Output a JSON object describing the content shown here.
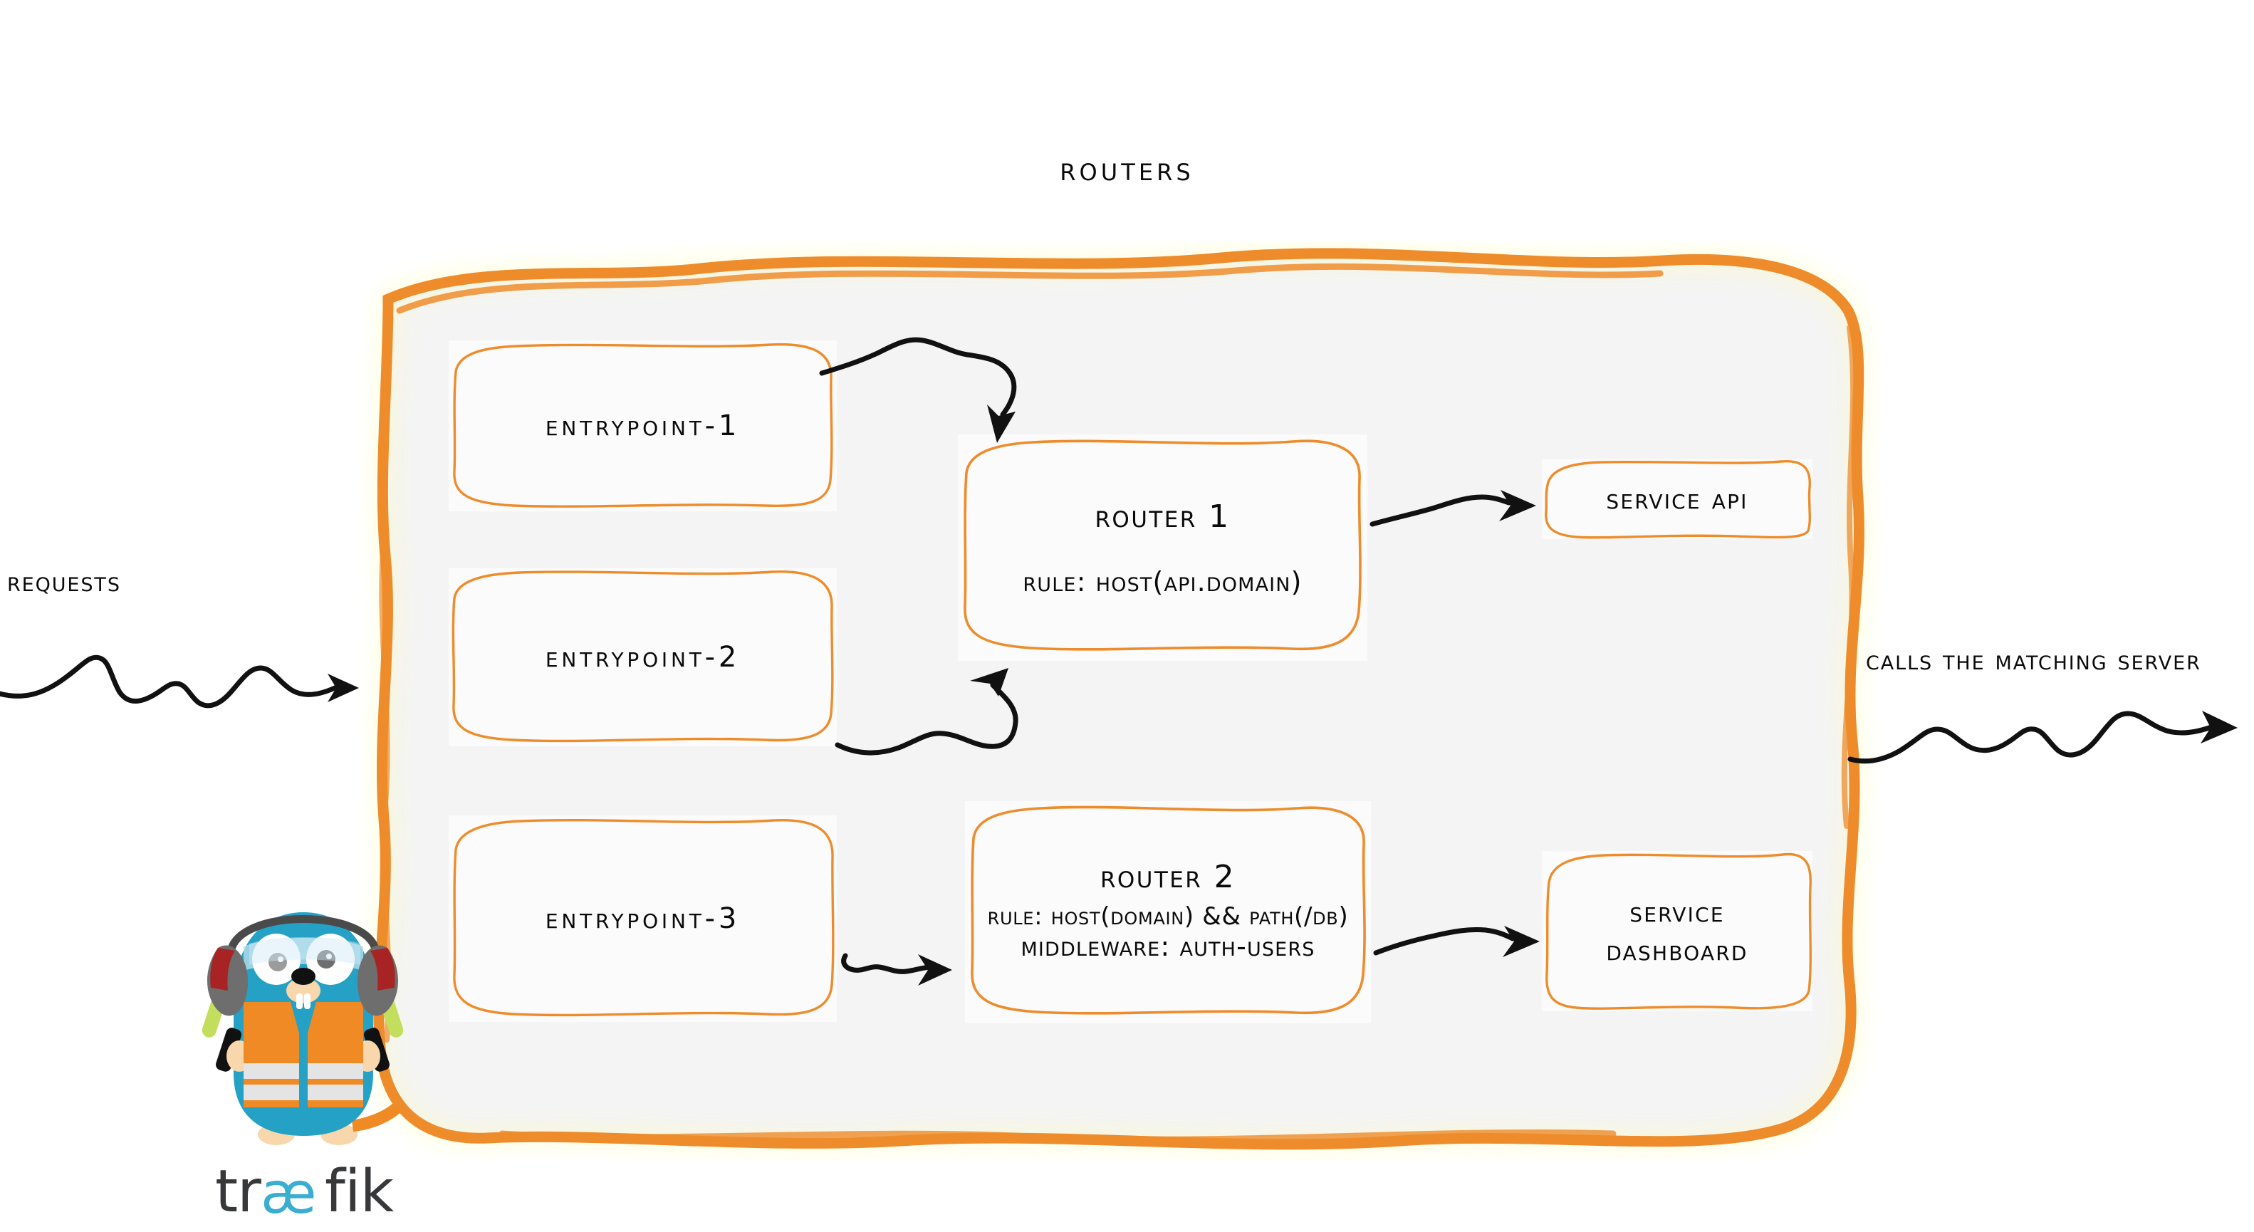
{
  "diagram": {
    "title": "Routers",
    "colors": {
      "accent_orange": "#ee8c2c",
      "panel_fill": "#f4f4f4",
      "box_fill": "#fbfbfb",
      "ink": "#0a0a0a",
      "traefik_cyan": "#24a1c4",
      "vest_orange": "#f08a24",
      "wand_green": "#c2de5c",
      "logo_dark": "#37383a"
    },
    "entrypoints": [
      {
        "label": "entrypoint-1"
      },
      {
        "label": "entrypoint-2"
      },
      {
        "label": "entrypoint-3"
      }
    ],
    "routers": [
      {
        "title": "Router 1",
        "lines": [
          "rule: Host(api.domain)"
        ]
      },
      {
        "title": "Router 2",
        "lines": [
          "rule: Host(domain) && Path(/db)",
          "Middleware: auth-users"
        ]
      }
    ],
    "services": [
      {
        "lines": [
          "Service API"
        ]
      },
      {
        "lines": [
          "Service",
          "Dashboard"
        ]
      }
    ],
    "labels": {
      "requests": "Requests",
      "calls": "Calls the matching server"
    },
    "brand": {
      "logo_text": "træfik",
      "logo_part1": "tr",
      "logo_ligature": "æ",
      "logo_part2": "fik"
    },
    "icons": {
      "requests_arrow": "wavy-arrow-right-icon",
      "calls_arrow": "wavy-arrow-right-icon",
      "ep1_arrow": "curved-arrow-down-right-icon",
      "ep2_arrow": "curved-arrow-up-right-icon",
      "ep3_arrow": "squiggle-arrow-right-icon",
      "router1_service_arrow": "wavy-arrow-right-icon",
      "router2_service_arrow": "wavy-arrow-right-icon",
      "mascot": "traefik-gopher-icon",
      "logo": "traefik-logo-icon"
    }
  }
}
